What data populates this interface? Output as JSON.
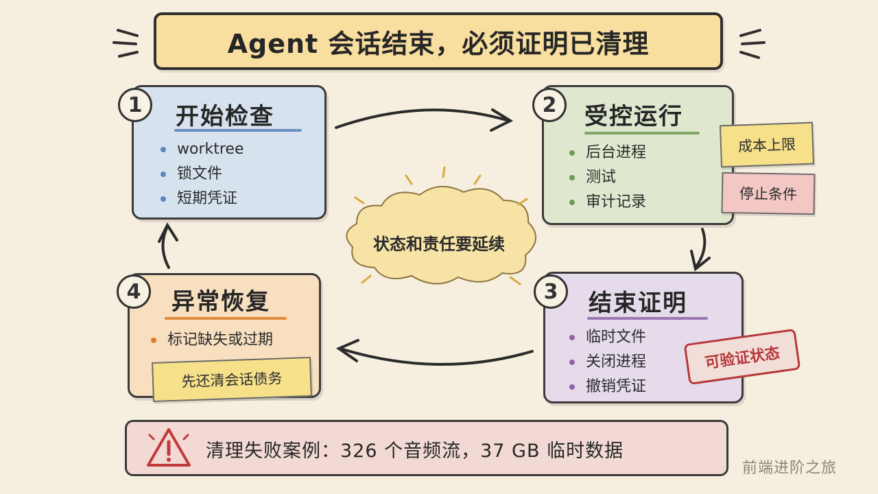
{
  "title": "Agent 会话结束，必须证明已清理",
  "steps": [
    {
      "number": "1",
      "title": "开始检查",
      "items": [
        "worktree",
        "锁文件",
        "短期凭证"
      ]
    },
    {
      "number": "2",
      "title": "受控运行",
      "items": [
        "后台进程",
        "测试",
        "审计记录"
      ],
      "notes": [
        "成本上限",
        "停止条件"
      ]
    },
    {
      "number": "3",
      "title": "结束证明",
      "items": [
        "临时文件",
        "关闭进程",
        "撤销凭证"
      ],
      "stamp": "可验证状态"
    },
    {
      "number": "4",
      "title": "异常恢复",
      "items": [
        "标记缺失或过期"
      ],
      "note": "先还清会话债务"
    }
  ],
  "center": "状态和责任要延续",
  "warning": {
    "icon": "warning-triangle-icon",
    "text": "清理失败案例：326 个音频流，37 GB 临时数据"
  },
  "watermark": "前端进阶之旅",
  "colors": {
    "background": "#f6efdf",
    "title_fill": "#f8dfa0",
    "step1": "#d6e3ee",
    "step2": "#dfe8cf",
    "step3": "#e6dbeb",
    "step4": "#f7dfbf",
    "warning_fill": "#f2d9d3",
    "stamp": "#b6383a"
  }
}
